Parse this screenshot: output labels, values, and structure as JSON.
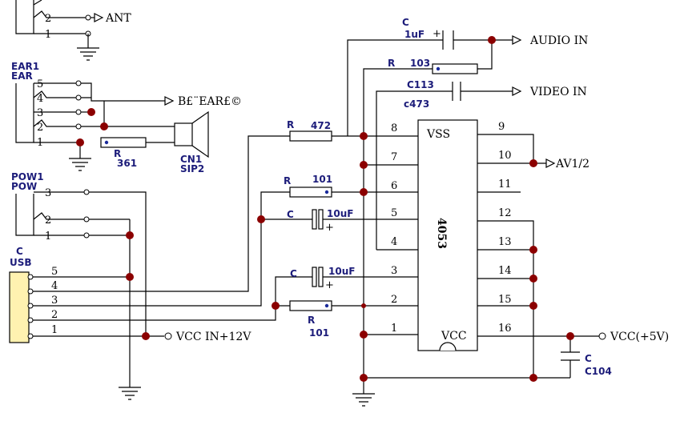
{
  "chip": {
    "name": "4053",
    "vss": "VSS",
    "vcc": "VCC",
    "left_pins": [
      "8",
      "7",
      "6",
      "5",
      "4",
      "3",
      "2",
      "1"
    ],
    "right_pins": [
      "9",
      "10",
      "11",
      "12",
      "13",
      "14",
      "15",
      "16"
    ]
  },
  "ports": {
    "ant": "ANT",
    "ear_out": "B£¨EAR£©",
    "audio_in": "AUDIO IN",
    "video_in": "VIDEO IN",
    "av": "AV1/2",
    "vcc_in": "VCC IN+12V",
    "vcc5": "VCC(+5V)"
  },
  "jacks": {
    "top_pins": [
      "2",
      "1"
    ],
    "ear1_ref": "EAR1",
    "ear1_val": "EAR",
    "ear_pins": [
      "5",
      "4",
      "3",
      "2",
      "1"
    ],
    "pow1_ref": "POW1",
    "pow1_val": "POW",
    "pow_pins": [
      "3",
      "2",
      "1"
    ],
    "usb_ref": "C",
    "usb_val": "USB",
    "usb_pins": [
      "5",
      "4",
      "3",
      "2",
      "1"
    ]
  },
  "parts": {
    "r361_ref": "R",
    "r361_val": "361",
    "cn1_ref": "CN1",
    "cn1_val": "SIP2",
    "c_audio_ref": "C",
    "c_audio_val": "1uF",
    "plus": "+",
    "r103_ref": "R",
    "r103_val": "103",
    "c113_ref": "C113",
    "c113_val": "c473",
    "r472_ref": "R",
    "r472_val": "472",
    "r101a_ref": "R",
    "r101a_val": "101",
    "c10a_ref": "C",
    "c10a_val": "10uF",
    "c10b_ref": "C",
    "c10b_val": "10uF",
    "r101b_ref": "R",
    "r101b_val": "101",
    "c104_ref": "C",
    "c104_val": "C104"
  }
}
